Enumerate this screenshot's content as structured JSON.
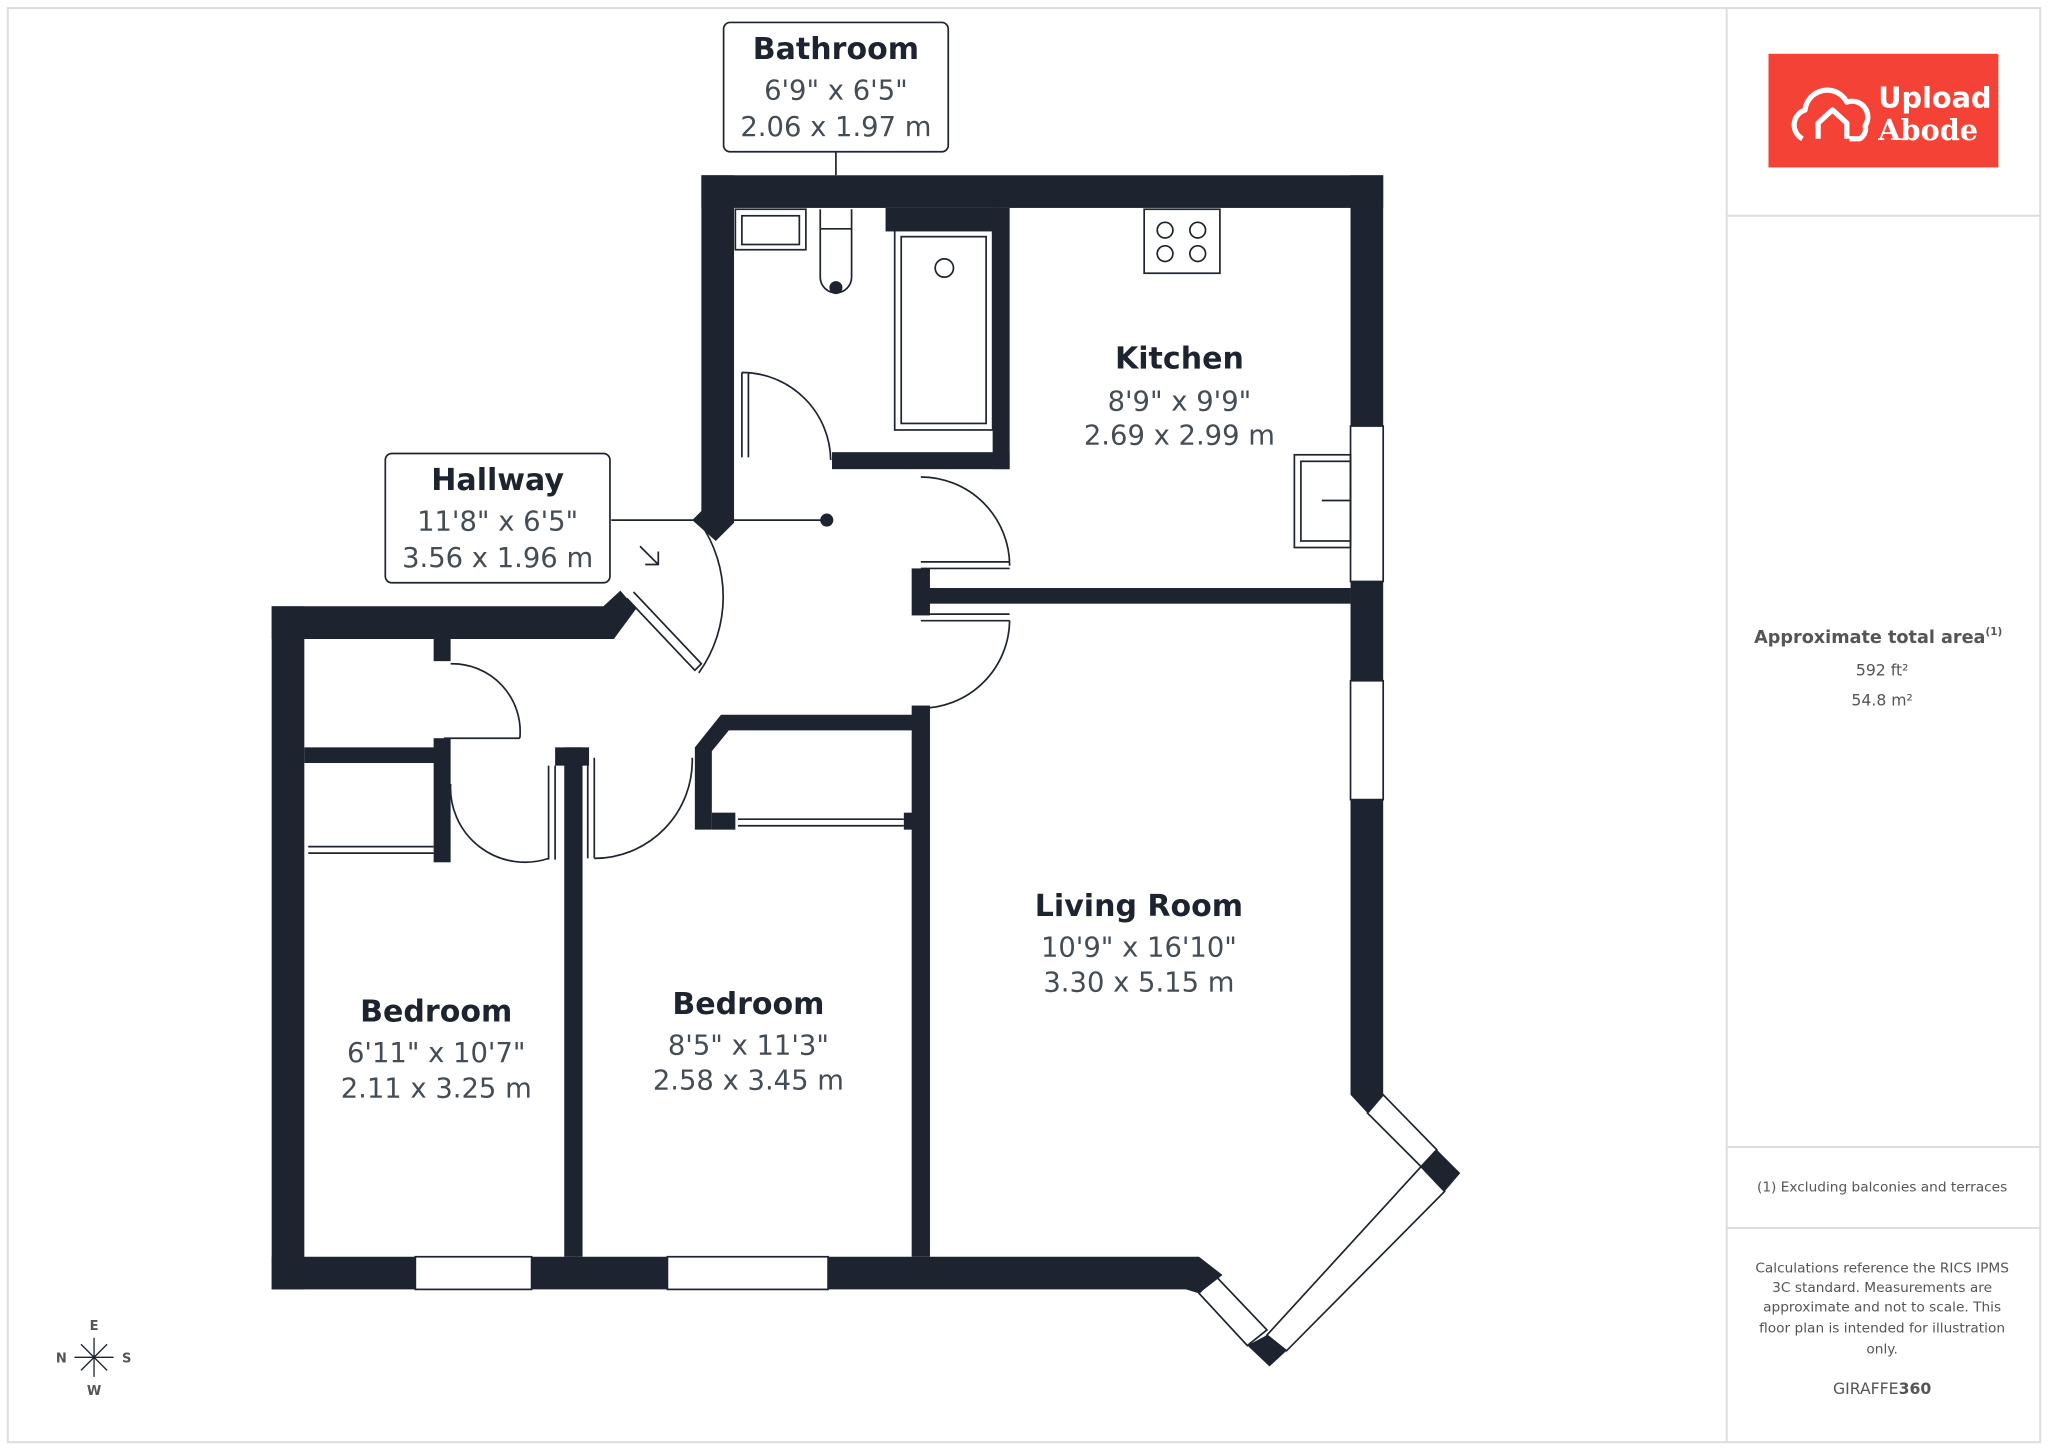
{
  "brand": {
    "logo_line1": "Upload",
    "logo_line2": "Abode",
    "logo_color": "#f44336"
  },
  "rooms": [
    {
      "name": "Bathroom",
      "imperial": "6'9\" x 6'5\"",
      "metric": "2.06 x 1.97 m"
    },
    {
      "name": "Kitchen",
      "imperial": "8'9\" x 9'9\"",
      "metric": "2.69 x 2.99 m"
    },
    {
      "name": "Hallway",
      "imperial": "11'8\" x 6'5\"",
      "metric": "3.56 x 1.96 m"
    },
    {
      "name": "Living Room",
      "imperial": "10'9\" x 16'10\"",
      "metric": "3.30 x 5.15 m"
    },
    {
      "name": "Bedroom",
      "imperial": "6'11\" x 10'7\"",
      "metric": "2.11 x 3.25 m"
    },
    {
      "name": "Bedroom",
      "imperial": "8'5\" x 11'3\"",
      "metric": "2.58 x 3.45 m"
    }
  ],
  "area": {
    "title": "Approximate total area",
    "footnote_mark": "(1)",
    "sqft": "592 ft²",
    "sqm": "54.8 m²"
  },
  "footnote": "(1) Excluding balconies and terraces",
  "disclaimer": [
    "Calculations reference the RICS IPMS",
    "3C standard. Measurements are",
    "approximate and not to scale. This",
    "floor plan is intended for illustration",
    "only."
  ],
  "credit": {
    "part1": "GIRAFFE",
    "part2": "360"
  },
  "compass": {
    "n": "N",
    "e": "E",
    "s": "S",
    "w": "W"
  }
}
